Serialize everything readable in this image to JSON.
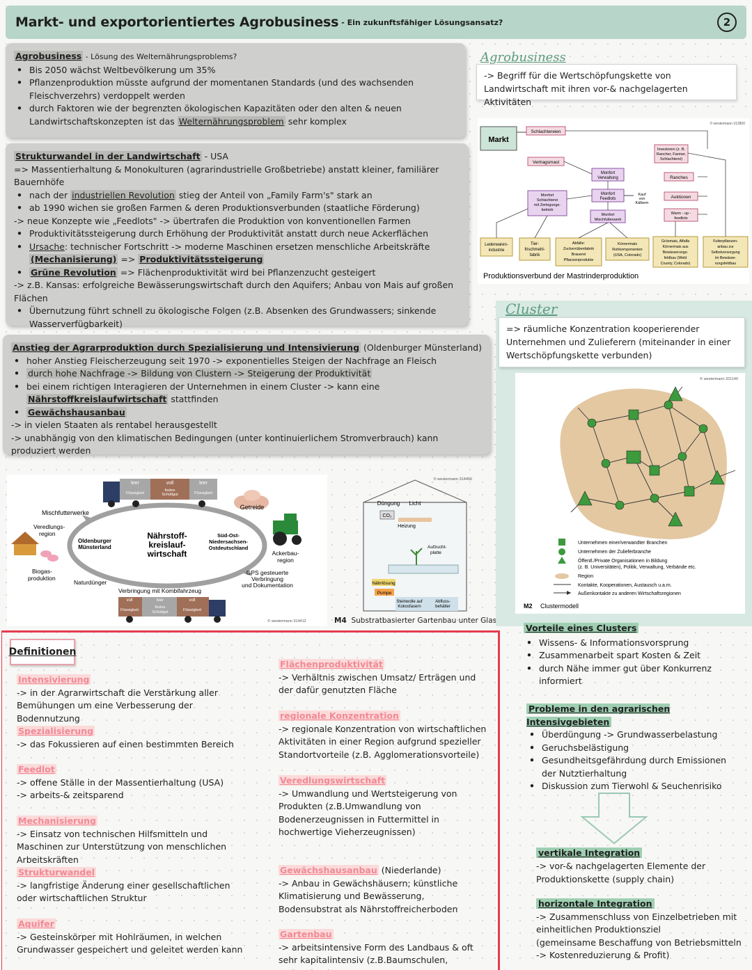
{
  "header": {
    "title": "Markt- und exportorientiertes Agrobusiness",
    "subtitle": "- Ein zukunftsfähiger Lösungsansatz?",
    "page_number": "2"
  },
  "box1": {
    "title": "Agrobusiness",
    "title_rest": " - Lösung des Welternährungsproblems?",
    "b1": "Bis 2050 wächst Weltbevölkerung um 35%",
    "b2": "Pflanzenproduktion müsste aufgrund der momentanen Standards (und des wachsenden Fleischverzehrs) verdoppelt werden",
    "b3a": "durch Faktoren wie der begrenzten ökologischen Kapazitäten oder den alten & neuen Landwirtschaftskonzepten ist das ",
    "b3b": "Welternährungsproblem",
    "b3c": " sehr komplex"
  },
  "box2": {
    "title": "Strukturwandel in der Landwirtschaft",
    "title_rest": " - USA",
    "l1": "=> Massentierhaltung & Monokulturen (agrarindustrielle Großbetriebe) anstatt kleiner, familiärer Bauernhöfe",
    "b1a": "nach der ",
    "b1b": "industriellen Revolution",
    "b1c": " stieg der Anteil von „Family Farm's\" stark an",
    "b2": "ab 1990 wichen sie großen Farmen & deren Produktionsverbunden (staatliche Förderung)",
    "l2": "-> neue Konzepte wie „Feedlots\" -> übertrafen die Produktion von konventionellen Farmen",
    "b3": "Produktivitätssteigerung durch Erhöhung der Produktivität anstatt durch neue Ackerflächen",
    "b4a": "Ursache",
    "b4b": ": technischer Fortschritt -> moderne Maschinen ersetzen menschliche Arbeitskräfte",
    "b4c": "(Mechanisierung)",
    "b4d": " => ",
    "b4e": "Produktivitätssteigerung",
    "b5a": "Grüne Revolution",
    "b5b": " => Flächenproduktivität wird bei Pflanzenzucht gesteigert",
    "l3": "-> z.B. Kansas: erfolgreiche Bewässerungswirtschaft durch den Aquifers; Anbau von Mais auf großen Flächen",
    "b6": "Übernutzung führt schnell zu ökologische Folgen (z.B. Absenken des Grundwassers; sinkende Wasserverfügbarkeit)"
  },
  "box3": {
    "title": "Anstieg der Agrarproduktion durch Spezialisierung und Intensivierung",
    "title_rest": " (Oldenburger Münsterland)",
    "b1": "hoher Anstieg Fleischerzeugung seit 1970 -> exponentielles Steigen der Nachfrage an Fleisch",
    "b2": "durch hohe Nachfrage -> Bildung von Clustern -> Steigerung der  Produktivität",
    "b3a": "bei einem richtigen Interagieren der Unternehmen in einem Cluster -> kann eine ",
    "b3b": "Nährstoffkreislaufwirtschaft",
    "b3c": " stattfinden",
    "b4": "Gewächshausanbau",
    "l1": "-> in vielen Staaten als rentabel herausgestellt",
    "l2": "-> unabhängig von den klimatischen Bedingungen (unter kontinuierlichem Stromverbrauch) kann produziert werden"
  },
  "kreislauf": {
    "center": [
      "Nährstoff-",
      "kreislauf-",
      "wirtschaft"
    ],
    "truck_top": [
      "leer",
      "voll",
      "leer"
    ],
    "truck_top_mid": [
      "festes",
      "Schüttgut"
    ],
    "truck_top_tank": "Flüssigkeit",
    "mischfutter": "Mischfutterwerke",
    "getreide": "Getreide",
    "veredlung": [
      "Veredlungs-",
      "region"
    ],
    "oldenburg": [
      "Oldenburger",
      "Münsterland"
    ],
    "sued_ost": [
      "Süd-Ost-",
      "Niedersachsen-",
      "Ostdeutschland"
    ],
    "ackerbau": [
      "Ackerbau-",
      "region"
    ],
    "biogas": [
      "Biogas-",
      "produktion"
    ],
    "gps": [
      "GPS gesteuerte",
      "Verbringung",
      "und Dokumentation"
    ],
    "naturduenger": "Naturdünger",
    "verbringung": "Verbringung mit Kombifahrzeug",
    "truck_bottom": [
      "voll",
      "leer",
      "voll"
    ],
    "credit": "© westermann 314412"
  },
  "greenhouse": {
    "duengung": "Düngung",
    "licht": "Licht",
    "co2": "CO₂",
    "heizung": "Heizung",
    "aufzucht": [
      "Aufzucht-",
      "platte"
    ],
    "naehrloesung": "Nährlösung",
    "pumpe": "Pumpe",
    "steinwolle": [
      "Steinwolle auf",
      "Kokosfasern"
    ],
    "abfluss": [
      "Abfluss-",
      "behälter"
    ],
    "credit": "© westermann 314456",
    "caption_label": "M4",
    "caption": "Substratbasierter Gartenbau unter Glas"
  },
  "agro_def": {
    "title": "Agrobusiness",
    "text": "-> Begriff für die Wertschöpfungskette von Landwirtschaft mit ihren vor-& nachgelagerten Aktivitäten"
  },
  "verbund": {
    "credit": "© westermann 312800",
    "markt": "Markt",
    "schlachtereien": "Schlachtereien",
    "vertragsmast": "Vertragsmast",
    "investoren": [
      "Investoren (z. B.",
      "Rancher, Farmer,",
      "Schlachterei)"
    ],
    "ranches": "Ranches",
    "monfort_verwaltung": [
      "Monfort",
      "Verwaltung"
    ],
    "monfort_feedlots": [
      "Monfort",
      "Feedlots"
    ],
    "kauf": [
      "Kauf",
      "von",
      "Kälbern"
    ],
    "auktionen": "Auktionen",
    "monfort_schlachterei": [
      "Monfort",
      "Schlachterei",
      "mit Zerlegungs-",
      "betrieb"
    ],
    "monfort_misch": [
      "Monfort",
      "Mischfutterwerk"
    ],
    "warm_up": [
      "Warm - up -",
      "feedlots"
    ],
    "leder": [
      "Lederwaren-",
      "industrie"
    ],
    "tier": [
      "Tier-",
      "frischmehl-",
      "fabrik"
    ],
    "abfaelle": [
      "Abfälle:",
      "Zuckerrübenfabrik",
      "Brauerei",
      "Pflanzenprodukte"
    ],
    "koerner": [
      "Körnermais",
      "Rohkomponenten",
      "(USA, Colorado)"
    ],
    "gruenmais": [
      "Grünmais, Alfalfa",
      "Körnermais aus",
      "Bewässerungs-",
      "feldbau (Weld",
      "County, Colorado)"
    ],
    "futter": [
      "Futterpflanzen-",
      "anbau zur",
      "Selbstversorgung",
      "im Bewässe-",
      "rungsfeldbau"
    ],
    "caption": "Produktionsverbund der Mastrinderproduktion"
  },
  "cluster_def": {
    "title": "Cluster",
    "text": "=> räumliche Konzentration kooperierender Unternehmen und Zulieferern (miteinander in einer Wertschöpfungskette verbunden)"
  },
  "cluster_map": {
    "credit": "© westermann 321140",
    "legend": [
      "Unternehmen einer/verwandter Branchen",
      "Unternehmen der Zulieferbranche",
      "Öffentl./Private Organisationen in Bildung",
      "(z. B. Universitäten), Politik, Verwaltung, Verbände etc.",
      "Region",
      "Kontakte, Kooperationen, Austausch u.a.m.",
      "Außenkontakte zu anderen Wirtschaftsregionen"
    ],
    "caption_label": "M2",
    "caption": "Clustermodell"
  },
  "vorteile": {
    "title": "Vorteile eines Clusters",
    "items": [
      "Wissens- & Informationsvorsprung",
      "Zusammenarbeit spart Kosten & Zeit",
      "durch Nähe immer gut über Konkurrenz informiert"
    ]
  },
  "probleme": {
    "title": "Probleme in den agrarischen Intensivgebieten",
    "items": [
      "Überdüngung -> Grundwasserbelastung",
      "Geruchsbelästigung",
      "Gesundheitsgefährdung durch Emissionen der Nutztierhaltung",
      "Diskussion zum Tierwohl & Seuchenrisiko"
    ]
  },
  "vertikal": {
    "title": "vertikale Integration",
    "text": "-> vor-& nachgelagerten Elemente der Produktionskette (supply chain)"
  },
  "horizontal": {
    "title": "horizontale Integration",
    "t1": "-> Zusammenschluss von Einzelbetrieben mit einheitlichen Produktionsziel",
    "t2": "(gemeinsame Beschaffung von Betriebsmitteln",
    "t3": "-> Kostenreduzierung & Profit)"
  },
  "definitions": {
    "title": "Definitionen",
    "intensivierung": {
      "term": "Intensivierung",
      "text": "-> in der Agrarwirtschaft die Verstärkung aller Bemühungen um eine Verbesserung der Bodennutzung"
    },
    "spezialisierung": {
      "term": "Spezialisierung",
      "text": "-> das Fokussieren auf einen bestimmten Bereich"
    },
    "feedlot": {
      "term": "Feedlot",
      "t1": "-> offene Ställe in der Massentierhaltung (USA)",
      "t2": "-> arbeits-& zeitsparend"
    },
    "mechanisierung": {
      "term": "Mechanisierung",
      "text": "-> Einsatz von technischen Hilfsmitteln und Maschinen zur Unterstützung von menschlichen Arbeitskräften"
    },
    "strukturwandel": {
      "term": "Strukturwandel",
      "text": "-> langfristige Änderung einer gesellschaftlichen oder wirtschaftlichen Struktur"
    },
    "aquifer": {
      "term": "Aquifer",
      "text": "-> Gesteinskörper mit Hohlräumen, in welchen Grundwasser gespeichert und geleitet werden kann"
    },
    "flaechen": {
      "term": "Flächenproduktivität",
      "text": "-> Verhältnis zwischen Umsatz/ Erträgen und der dafür genutzten Fläche"
    },
    "regional": {
      "term": "regionale Konzentration",
      "text": "-> regionale Konzentration von wirtschaftlichen Aktivitäten in einer Region aufgrund spezieller Standortvorteile (z.B. Agglomerationsvorteile)"
    },
    "veredlung": {
      "term": "Veredlungswirtschaft",
      "text": "-> Umwandlung und Wertsteigerung von Produkten (z.B.Umwandlung von Bodenerzeugnissen in Futtermittel in hochwertige Vieherzeugnissen)"
    },
    "gewaechshaus": {
      "term": "Gewächshausanbau",
      "extra": " (Niederlande)",
      "text": "-> Anbau in Gewächshäusern; künstliche Klimatisierung und Bewässerung, Bodensubstrat als Nährstoffreicherboden"
    },
    "gartenbau": {
      "term": "Gartenbau",
      "text": "-> arbeitsintensive Form des Landbaus & oft sehr kapitalintensiv (z.B.Baumschulen, Weinanbau)"
    }
  }
}
